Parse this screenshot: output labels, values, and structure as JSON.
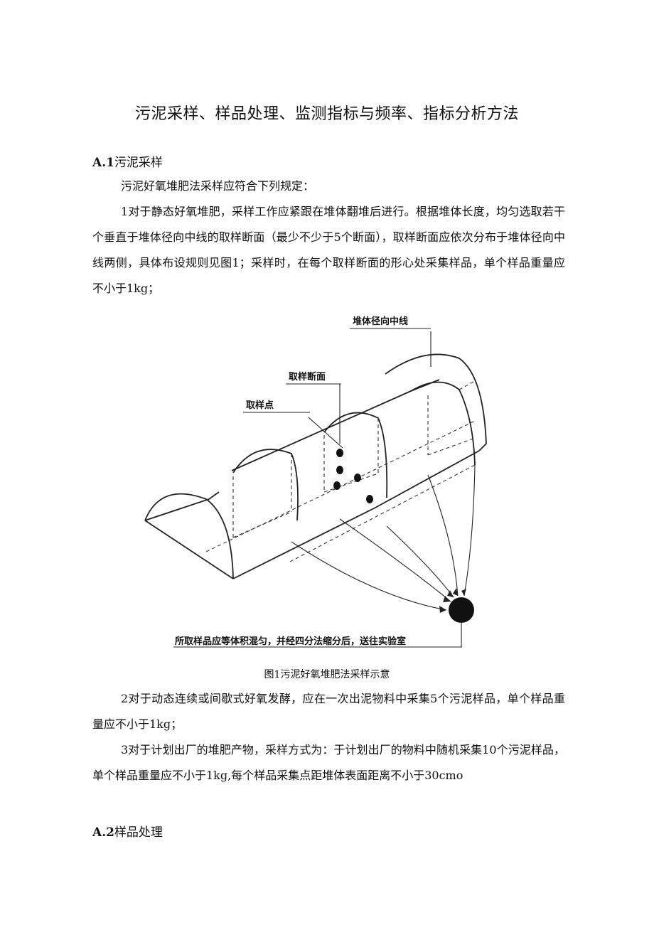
{
  "document": {
    "title": "污泥采样、样品处理、监测指标与频率、指标分析方法",
    "section_a1": {
      "number": "A.1",
      "title": "污泥采样"
    },
    "intro": "污泥好氧堆肥法采样应符合下列规定：",
    "item1": "1对于静态好氧堆肥，采样工作应紧跟在堆体翻堆后进行。根据堆体长度，均匀选取若干个垂直于堆体径向中线的取样断面（最少不少于5个断面），取样断面应依次分布于堆体径向中线两侧，具体布设规则见图1；采样时，在每个取样断面的形心处采集样品，单个样品重量应不小于1kg；",
    "figure": {
      "label_centerline": "堆体径向中线",
      "label_section": "取样断面",
      "label_point": "取样点",
      "label_bottom": "所取样品应等体积混匀，并经四分法缩分后，送往实验室",
      "caption": "图1污泥好氧堆肥法采样示意"
    },
    "item2": "2对于动态连续或间歇式好氧发酵，应在一次出泥物料中采集5个污泥样品，单个样品重量应不小于1kg；",
    "item3": "3对于计划出厂的堆肥产物，采样方式为：于计划出厂的物料中随机采集10个污泥样品，单个样品重量应不小于1kg,每个样品采集点距堆体表面距离不小于30cmo",
    "section_a2": {
      "number": "A.2",
      "title": "样品处理"
    }
  }
}
